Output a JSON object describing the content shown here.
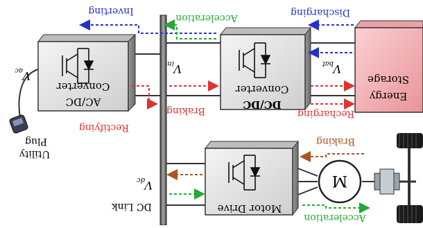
{
  "labels": {
    "inverting": "Inverting",
    "acceleration_top": "Acceleration",
    "discharging": "Discharging",
    "converter_left": "Converter",
    "acdc": "AC/DC",
    "converter_mid": "Converter",
    "dcdc": "DC/DC",
    "storage": "Storage",
    "energy": "Energy",
    "vac": "V",
    "vac_sub": "ac",
    "vin": "V",
    "vin_sub": "in",
    "vbat": "V",
    "vbat_sub": "bat",
    "vdc": "V",
    "vdc_sub": "dc",
    "braking_mid": "Braking",
    "rectifying": "Rectifying",
    "recharging": "Recharging",
    "utility": "Utility",
    "plug": "Plug",
    "braking_right": "Braking",
    "motor": "M",
    "motor_drive": "Motor Drive",
    "dc_link": "DC Link",
    "acceleration_bottom": "Acceleration"
  },
  "colors": {
    "blue_arrow": "#2233cc",
    "green_arrow": "#22aa33",
    "red_arrow": "#dd3333",
    "brown_arrow": "#aa5522",
    "storage_fill": "#f4b4b8",
    "block_fill": "#e8e8e8"
  }
}
